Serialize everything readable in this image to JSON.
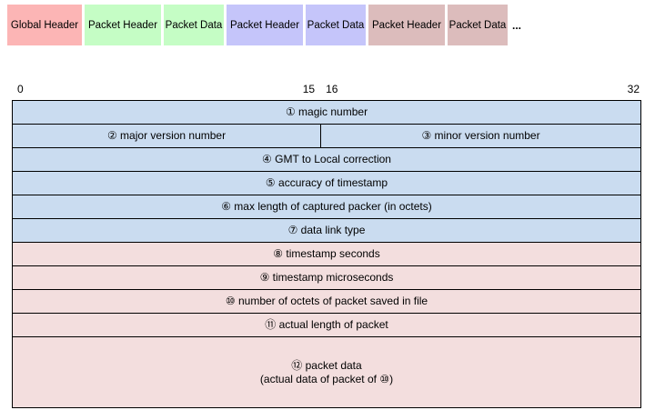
{
  "strip": {
    "blocks": [
      {
        "label": "Global Header",
        "kind": "global",
        "bg": "#fcb5b5"
      },
      {
        "label": "Packet Header",
        "kind": "header",
        "bg": "#c5fdc5"
      },
      {
        "label": "Packet Data",
        "kind": "data",
        "bg": "#c5fdc5"
      },
      {
        "label": "Packet Header",
        "kind": "header",
        "bg": "#c5c5fa"
      },
      {
        "label": "Packet Data",
        "kind": "data",
        "bg": "#c5c5fa"
      },
      {
        "label": "Packet Header",
        "kind": "header",
        "bg": "#dcbcbc"
      },
      {
        "label": "Packet Data",
        "kind": "data",
        "bg": "#dcbcbc"
      }
    ],
    "ellipsis": "..."
  },
  "scale": {
    "left": "0",
    "mid_left": "15",
    "mid_right": "16",
    "right": "32"
  },
  "table": {
    "colors": {
      "global_row_bg": "#cadcf0",
      "packet_row_bg": "#f3dede",
      "border": "#000000"
    },
    "rows": [
      {
        "section": "global",
        "tall": false,
        "cells": [
          {
            "width_pct": 100,
            "lines": [
              "① magic number"
            ]
          }
        ]
      },
      {
        "section": "global",
        "tall": false,
        "cells": [
          {
            "width_pct": 49,
            "lines": [
              "② major version number"
            ]
          },
          {
            "width_pct": 51,
            "lines": [
              "③ minor version number"
            ]
          }
        ]
      },
      {
        "section": "global",
        "tall": false,
        "cells": [
          {
            "width_pct": 100,
            "lines": [
              "④ GMT to Local correction"
            ]
          }
        ]
      },
      {
        "section": "global",
        "tall": false,
        "cells": [
          {
            "width_pct": 100,
            "lines": [
              "⑤ accuracy of timestamp"
            ]
          }
        ]
      },
      {
        "section": "global",
        "tall": false,
        "cells": [
          {
            "width_pct": 100,
            "lines": [
              "⑥ max length of captured packer (in octets)"
            ]
          }
        ]
      },
      {
        "section": "global",
        "tall": false,
        "cells": [
          {
            "width_pct": 100,
            "lines": [
              "⑦ data link type"
            ]
          }
        ]
      },
      {
        "section": "packet",
        "tall": false,
        "cells": [
          {
            "width_pct": 100,
            "lines": [
              "⑧ timestamp seconds"
            ]
          }
        ]
      },
      {
        "section": "packet",
        "tall": false,
        "cells": [
          {
            "width_pct": 100,
            "lines": [
              "⑨ timestamp microseconds"
            ]
          }
        ]
      },
      {
        "section": "packet",
        "tall": false,
        "cells": [
          {
            "width_pct": 100,
            "lines": [
              "⑩ number of octets of packet saved in file"
            ]
          }
        ]
      },
      {
        "section": "packet",
        "tall": false,
        "cells": [
          {
            "width_pct": 100,
            "lines": [
              "⑪ actual length of packet"
            ]
          }
        ]
      },
      {
        "section": "packet",
        "tall": true,
        "cells": [
          {
            "width_pct": 100,
            "lines": [
              "⑫ packet data",
              "(actual data of packet of ⑩)"
            ]
          }
        ]
      }
    ]
  }
}
